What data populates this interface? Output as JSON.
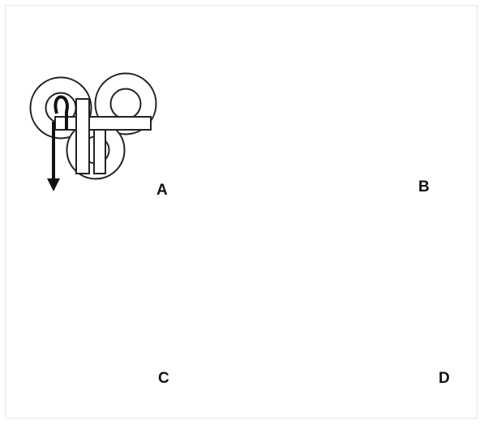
{
  "panels": [
    {
      "id": "A",
      "label": "A"
    },
    {
      "id": "B",
      "label": "B"
    },
    {
      "id": "C",
      "label": "C"
    },
    {
      "id": "D",
      "label": "D"
    }
  ],
  "colors": {
    "rope_fill": "#ffffff",
    "rope_outline": "#222222",
    "arrow": "#111111",
    "frame_border": "#e6e6e6"
  }
}
